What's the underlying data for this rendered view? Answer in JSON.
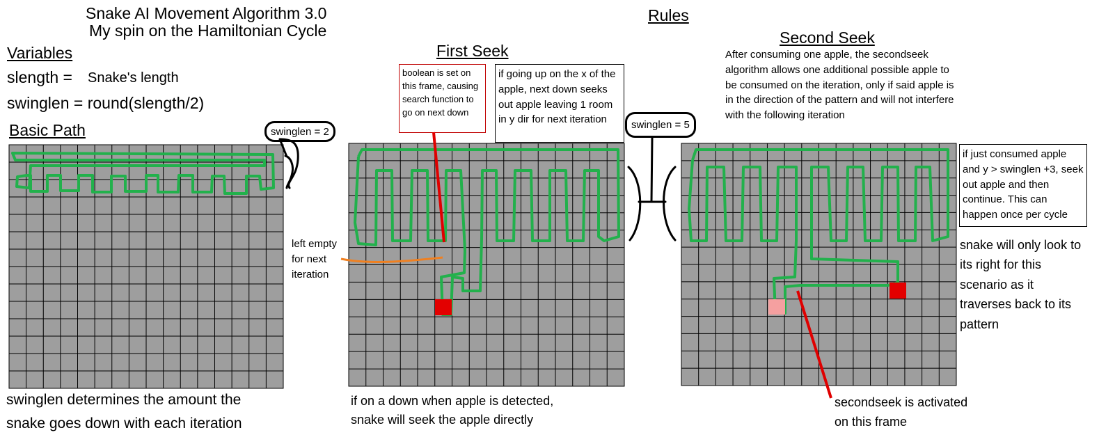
{
  "title": {
    "line1": "Snake AI Movement Algorithm 3.0",
    "line2": "My spin on the Hamiltonian Cycle"
  },
  "rules_heading": "Rules",
  "variables": {
    "heading": "Variables",
    "slength_lhs": "slength =",
    "slength_rhs": "Snake's length",
    "swinglen": "swinglen = round(slength/2)"
  },
  "basic_path": {
    "heading": "Basic Path",
    "bubble": "swinglen = 2",
    "caption_line1": "swinglen determines the amount the",
    "caption_line2": "snake goes down with each iteration"
  },
  "first_seek": {
    "heading": "First Seek",
    "red_box": "boolean is set on this frame, causing search function to go on next down",
    "black_box": "if going up on the x of the apple, next down seeks out apple leaving 1 room in y dir for next iteration",
    "left_note": "left empty for next iteration",
    "bubble": "swinglen = 5",
    "caption_line1": "if on a down when apple is detected,",
    "caption_line2": "snake will seek the apple directly"
  },
  "second_seek": {
    "heading": "Second Seek",
    "description": "After consuming one apple, the secondseek algorithm allows one additional possible apple to be consumed on the iteration, only if said apple is in the direction of the pattern and will not interfere with the following iteration",
    "right_box": "if just consumed apple and y > swinglen +3, seek out apple and then continue. This can happen once per cycle",
    "right_note": "snake will only look to its right for this scenario as it traverses back to its pattern",
    "bottom_note_line1": "secondseek is activated",
    "bottom_note_line2": "on this frame"
  },
  "colors": {
    "grid_fill": "#9e9e9e",
    "grid_line": "#000000",
    "snake": "#22b14c",
    "apple": "#e30000",
    "apple_light": "#f5a0a0",
    "pointer_red": "#e00000",
    "pointer_orange": "#f08020"
  }
}
